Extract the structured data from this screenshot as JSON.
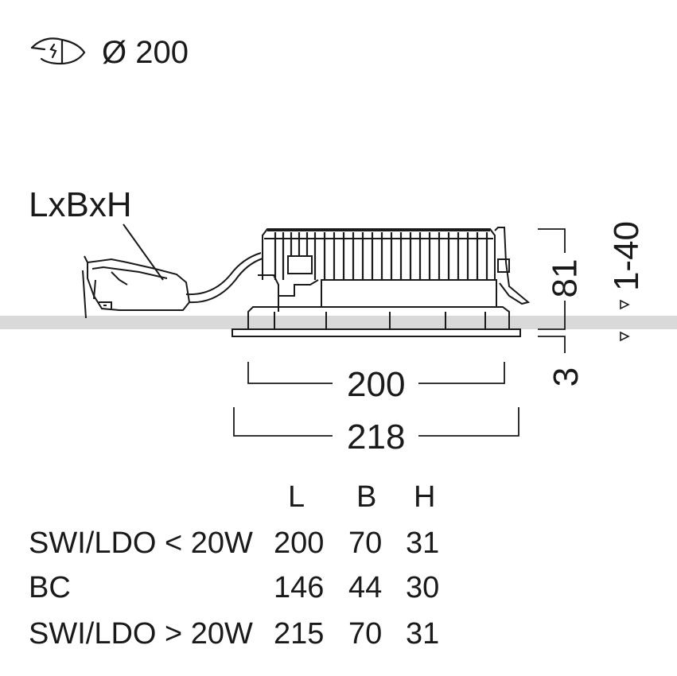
{
  "header": {
    "cutout_symbol": "ceiling-cutout-icon",
    "cutout_label": "Ø 200"
  },
  "drawing": {
    "driver_label": "LxBxH",
    "dim_inner_width": "200",
    "dim_outer_width": "218",
    "dim_height": "81",
    "dim_flange": "3",
    "dim_ceiling_range": "1-40"
  },
  "table": {
    "headers": [
      "L",
      "B",
      "H"
    ],
    "rows": [
      {
        "label": "SWI/LDO < 20W",
        "L": "200",
        "B": "70",
        "H": "31"
      },
      {
        "label": "BC",
        "L": "146",
        "B": "44",
        "H": "30"
      },
      {
        "label": "SWI/LDO > 20W",
        "L": "215",
        "B": "70",
        "H": "31"
      }
    ]
  },
  "colors": {
    "ceiling_band": "#d9d9d9",
    "line": "#1a1a1a"
  }
}
